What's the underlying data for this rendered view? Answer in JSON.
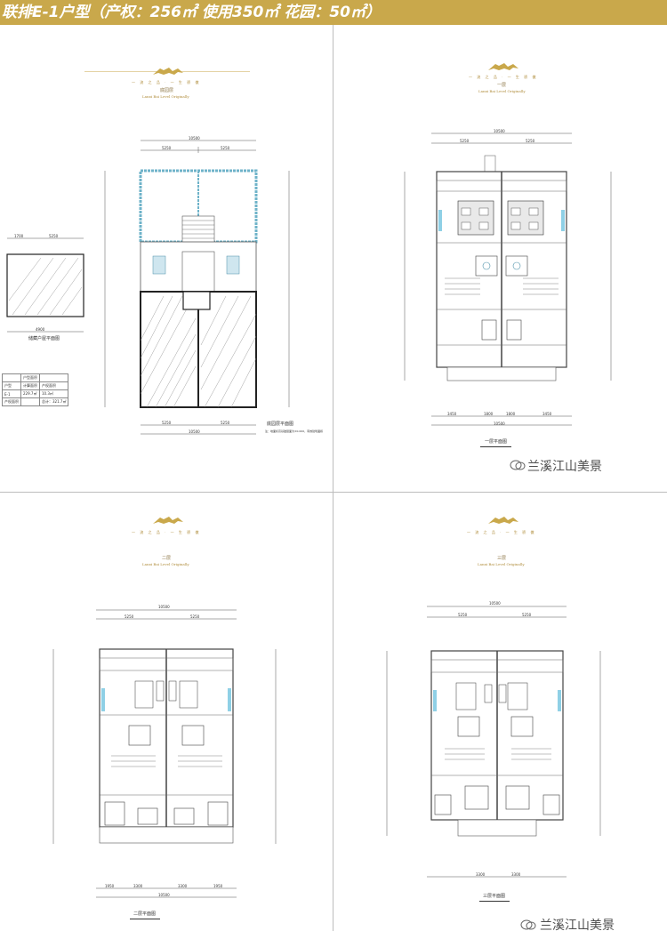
{
  "header": {
    "title": "联排E-1户型（产权：256㎡ 使用350㎡ 花园：50㎡）",
    "color": "#c9a84b"
  },
  "panels": {
    "top_left": {
      "floor_name": "底园层",
      "subtitle_en": "Lanxi Bai Level Originally",
      "logo_sub": "一 流 之 品 · 一 生 骄 傲",
      "roof_plan_caption": "储藏户屋平面图",
      "plan_caption": "底园层平面图",
      "note": "注：地面标高基础层面为±0.000，有效建筑面积",
      "dims": {
        "total_width": "10500",
        "half_left": "5250",
        "half_right": "5250",
        "roof_w1": "1700",
        "roof_w2": "5250",
        "roof_h": "4900"
      },
      "table": {
        "rows": [
          [
            "",
            "户型面积",
            ""
          ],
          [
            "户型",
            "计算面积",
            "产权面积"
          ],
          [
            "E-1",
            "229.7㎡",
            "10.3㎡"
          ],
          [
            "产权面积",
            "",
            "总计：321.7㎡"
          ]
        ]
      }
    },
    "top_right": {
      "floor_name": "一层",
      "subtitle_en": "Lanxi Bai Level Originally",
      "logo_sub": "一 流 之 品 · 一 生 骄 傲",
      "plan_caption": "一层平面图",
      "dims": {
        "total_width": "10500",
        "half_left": "5250",
        "half_right": "5250",
        "b1": "3450",
        "b2": "1800",
        "b3": "1800",
        "b4": "3450"
      },
      "watermark": "兰溪江山美景"
    },
    "bottom_left": {
      "floor_name": "二层",
      "subtitle_en": "Lanxi Bai Level Originally",
      "logo_sub": "一 流 之 品 · 一 生 骄 傲",
      "plan_caption": "二层平面图",
      "dims": {
        "total_width": "10500",
        "half_left": "5250",
        "half_right": "5250",
        "b1": "1950",
        "b2": "3300",
        "b3": "3300",
        "b4": "1950"
      }
    },
    "bottom_right": {
      "floor_name": "三层",
      "subtitle_en": "Lanxi Bai Level Originally",
      "logo_sub": "一 流 之 品 · 一 生 骄 傲",
      "plan_caption": "三层平面图",
      "dims": {
        "total_width": "10500",
        "half_left": "5250",
        "half_right": "5250",
        "b1": "3300",
        "b2": "3300"
      },
      "watermark": "兰溪江山美景"
    }
  }
}
